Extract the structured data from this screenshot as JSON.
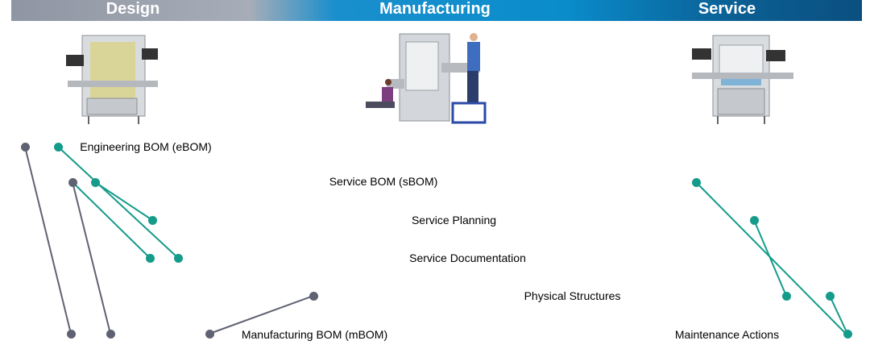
{
  "phases": [
    {
      "label": "Design"
    },
    {
      "label": "Manufacturing"
    },
    {
      "label": "Service"
    }
  ],
  "bars": [
    {
      "label": "Engineering BOM (eBOM)",
      "style": "grey"
    },
    {
      "label": "Service BOM (sBOM)",
      "style": "cyan"
    },
    {
      "label": "Service Planning",
      "style": "cyan"
    },
    {
      "label": "Service Documentation",
      "style": "cyan"
    },
    {
      "label": "Physical Structures",
      "style": "cyan"
    },
    {
      "label": "Manufacturing BOM (mBOM)",
      "style": "grey"
    },
    {
      "label": "Maintenance Actions",
      "style": "cyan"
    }
  ],
  "colors": {
    "bar_cyan": "#04bddf",
    "bar_grey": "#e7e8ec",
    "connector_teal": "#149b8a",
    "connector_slate": "#5f6272"
  }
}
